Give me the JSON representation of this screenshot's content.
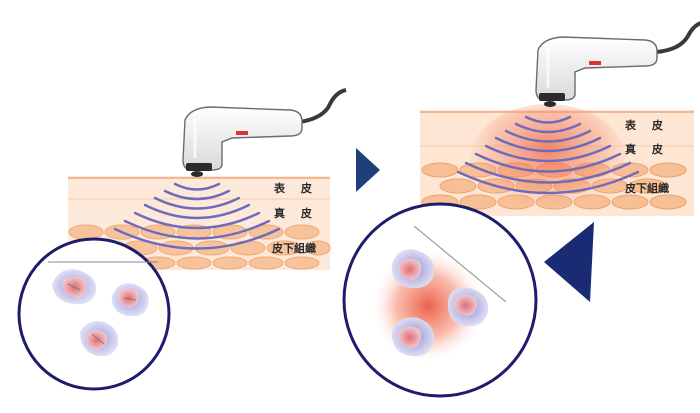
{
  "left_panel": {
    "layers": {
      "epidermis": "表 皮",
      "dermis": "真 皮",
      "subcutaneous": "皮下組織"
    }
  },
  "right_panel": {
    "layers": {
      "epidermis": "表 皮",
      "dermis": "真 皮",
      "subcutaneous": "皮下組織"
    }
  },
  "colors": {
    "skin_band": "#fbe2cf",
    "fat_cell": "#f6b98a",
    "fat_edge": "#f0a56e",
    "wave": "#6a66b8",
    "arrow": "#1e3f7a",
    "circle_border": "#1f1f6b",
    "heat": "#e8452a"
  }
}
